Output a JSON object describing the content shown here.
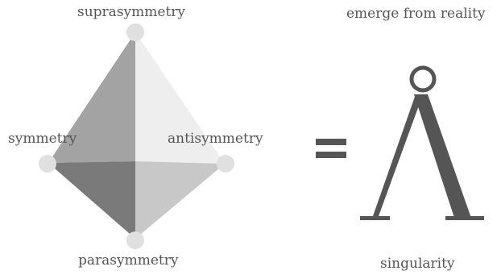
{
  "diagram": {
    "vertices": {
      "top": "suprasymmetry",
      "left": "symmetry",
      "right": "antisymmetry",
      "bottom": "parasymmetry"
    },
    "equals_symbol": "=",
    "result": {
      "top_label": "emerge from reality",
      "bottom_label": "singularity",
      "glyph": "ring-lambda"
    },
    "colors": {
      "face_upper_left": "#a3a3a3",
      "face_upper_right": "#eeeeee",
      "face_lower_left": "#7a7a7a",
      "face_lower_right": "#c8c8c8",
      "vertex_dot": "#e0e0e0",
      "glyph": "#555555"
    }
  }
}
